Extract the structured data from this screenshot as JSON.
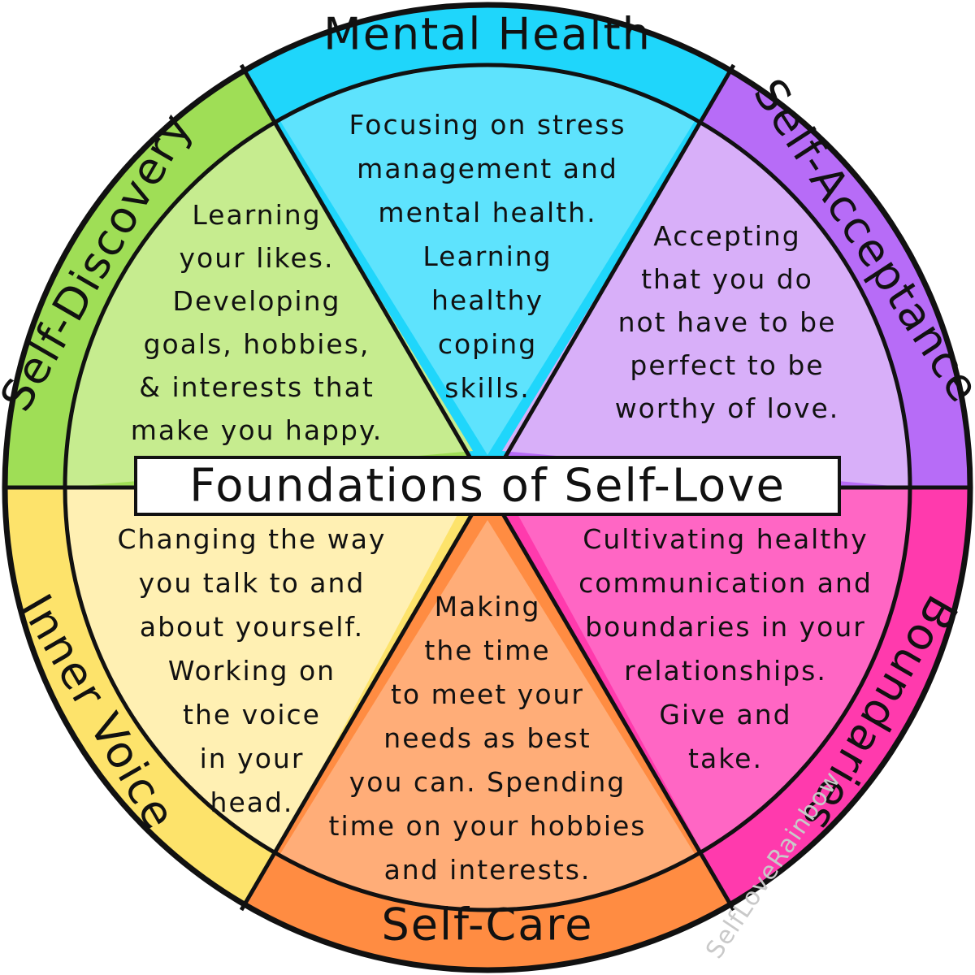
{
  "title": "Foundations of Self-Love",
  "watermark": "SelfLoveRainbow",
  "sections": [
    {
      "key": "mental-health",
      "label": "Mental Health",
      "ring_color": "#1fd6fb",
      "fill_color": "#5ee3fd",
      "lines": [
        "Focusing on stress",
        "management and",
        "mental health.",
        "Learning",
        "healthy",
        "coping",
        "skills."
      ]
    },
    {
      "key": "self-acceptance",
      "label": "Self-Acceptance",
      "ring_color": "#b76cf7",
      "fill_color": "#d8aff9",
      "lines": [
        "Accepting",
        "that you do",
        "not have to be",
        "perfect to be",
        "worthy of love."
      ]
    },
    {
      "key": "boundaries",
      "label": "Boundaries",
      "ring_color": "#ff3aad",
      "fill_color": "#ff66c4",
      "lines": [
        "Cultivating healthy",
        "communication and",
        "boundaries in your",
        "relationships.",
        "Give and",
        "take."
      ]
    },
    {
      "key": "self-care",
      "label": "Self-Care",
      "ring_color": "#ff8c42",
      "fill_color": "#ffad78",
      "lines": [
        "Making",
        "the time",
        "to meet your",
        "needs as best",
        "you can. Spending",
        "time on your hobbies",
        "and interests."
      ]
    },
    {
      "key": "inner-voice",
      "label": "Inner Voice",
      "ring_color": "#fde36b",
      "fill_color": "#fff0b3",
      "lines": [
        "Changing the way",
        "you talk to and",
        "about yourself.",
        "Working on",
        "the voice",
        "in your",
        "head."
      ]
    },
    {
      "key": "self-discovery",
      "label": "Self-Discovery",
      "ring_color": "#9fde56",
      "fill_color": "#c6ec8f",
      "lines": [
        "Learning",
        "your likes.",
        "Developing",
        "goals, hobbies,",
        "& interests that",
        "make you happy."
      ]
    }
  ]
}
